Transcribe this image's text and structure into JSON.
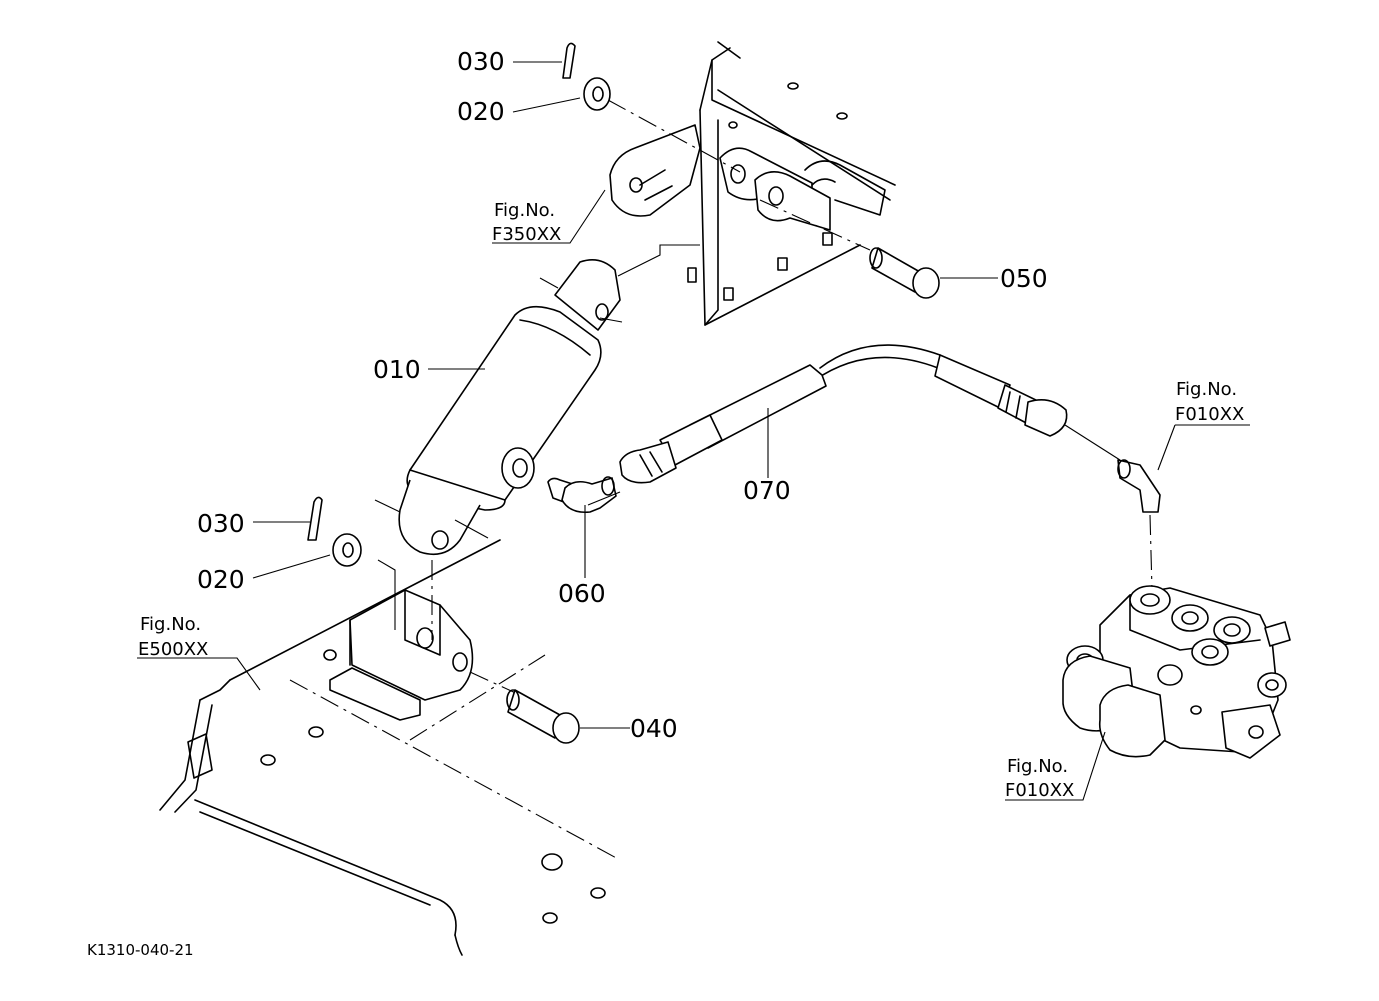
{
  "callouts": [
    {
      "id": "p030_top",
      "text": "030"
    },
    {
      "id": "p020_top",
      "text": "020"
    },
    {
      "id": "p050",
      "text": "050"
    },
    {
      "id": "p010",
      "text": "010"
    },
    {
      "id": "p070",
      "text": "070"
    },
    {
      "id": "p060",
      "text": "060"
    },
    {
      "id": "p030_bot",
      "text": "030"
    },
    {
      "id": "p020_bot",
      "text": "020"
    },
    {
      "id": "p040",
      "text": "040"
    }
  ],
  "figure_refs": [
    {
      "id": "f350",
      "line1": "Fig.No.",
      "line2": "F350XX"
    },
    {
      "id": "f010_top",
      "line1": "Fig.No.",
      "line2": "F010XX"
    },
    {
      "id": "e500",
      "line1": "Fig.No.",
      "line2": "E500XX"
    },
    {
      "id": "f010_bot",
      "line1": "Fig.No.",
      "line2": "F010XX"
    }
  ],
  "drawing_code": "K1310-040-21"
}
